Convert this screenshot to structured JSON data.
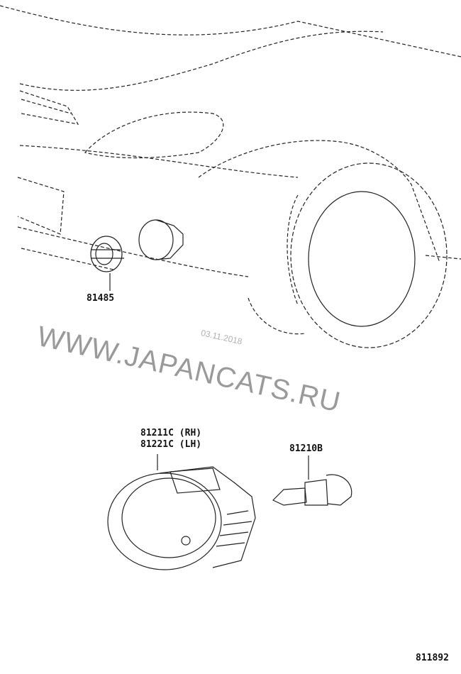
{
  "watermark": {
    "text": "WWW.JAPANCATS.RU",
    "date": "03.11.2018"
  },
  "parts": [
    {
      "number": "81485"
    },
    {
      "number": "81211C (RH)"
    },
    {
      "number": "81221C (LH)"
    },
    {
      "number": "81210B"
    }
  ],
  "diagram_id": "811892"
}
